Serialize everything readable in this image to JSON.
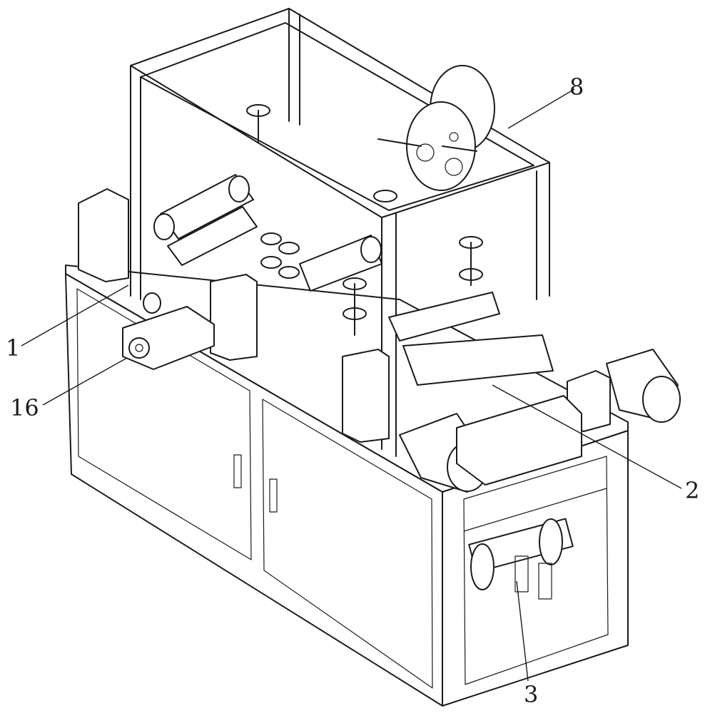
{
  "figure": {
    "labels": [
      {
        "id": "1",
        "text": "1"
      },
      {
        "id": "16",
        "text": "16"
      },
      {
        "id": "8",
        "text": "8"
      },
      {
        "id": "2",
        "text": "2"
      },
      {
        "id": "3",
        "text": "3"
      }
    ]
  }
}
